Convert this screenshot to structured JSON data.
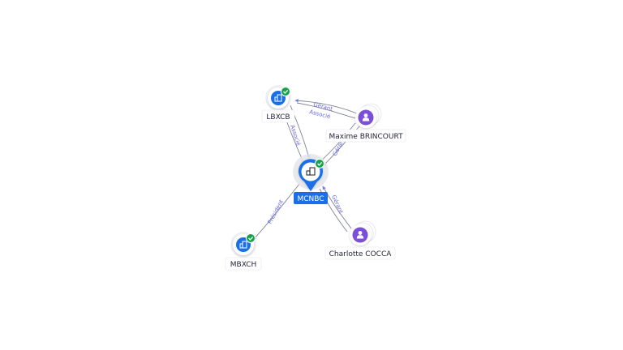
{
  "graph": {
    "colors": {
      "company": "#1a6fe6",
      "person": "#7b4fd8",
      "verified": "#17a34a",
      "edge": "#7f8296",
      "edge_label": "#6467d8"
    },
    "nodes": {
      "mcnbc": {
        "label": "MCNBC",
        "kind": "company",
        "verified": true,
        "main": true
      },
      "lbxcb": {
        "label": "LBXCB",
        "kind": "company",
        "verified": true
      },
      "mbxch": {
        "label": "MBXCH",
        "kind": "company",
        "verified": true
      },
      "maxime": {
        "label": "Maxime BRINCOURT",
        "kind": "person"
      },
      "charlotte": {
        "label": "Charlotte COCCA",
        "kind": "person"
      }
    },
    "edges": {
      "lbxcb_mcnbc": "Associé",
      "maxime_lbxcb_1": "Gérant",
      "maxime_lbxcb_2": "Associé",
      "maxime_mcnbc": "Gérant",
      "mcnbc_mbxch": "Président",
      "charlotte_mcnbc": "Gérant"
    }
  }
}
